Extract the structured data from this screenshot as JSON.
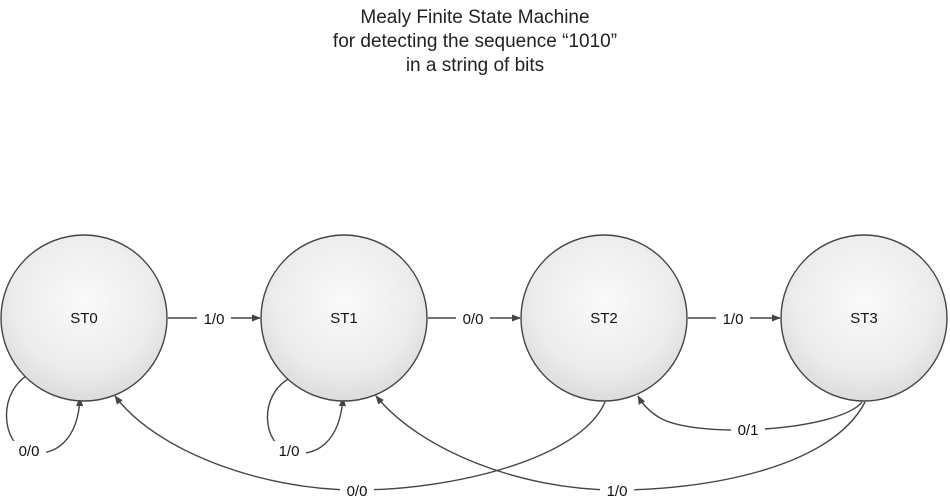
{
  "title": {
    "line1": "Mealy Finite State Machine",
    "line2": "for detecting the sequence “1010”",
    "line3": "in a string of bits"
  },
  "states": {
    "st0": "ST0",
    "st1": "ST1",
    "st2": "ST2",
    "st3": "ST3"
  },
  "transitions": {
    "st0_to_st1": "1/0",
    "st1_to_st2": "0/0",
    "st2_to_st3": "1/0",
    "st0_self": "0/0",
    "st1_self": "1/0",
    "st3_to_st2": "0/1",
    "st2_to_st0": "0/0",
    "st3_to_st1": "1/0"
  },
  "colors": {
    "stroke": "#444444",
    "state_fill_light": "#fafafa",
    "state_fill_dark": "#dcdcdc"
  }
}
